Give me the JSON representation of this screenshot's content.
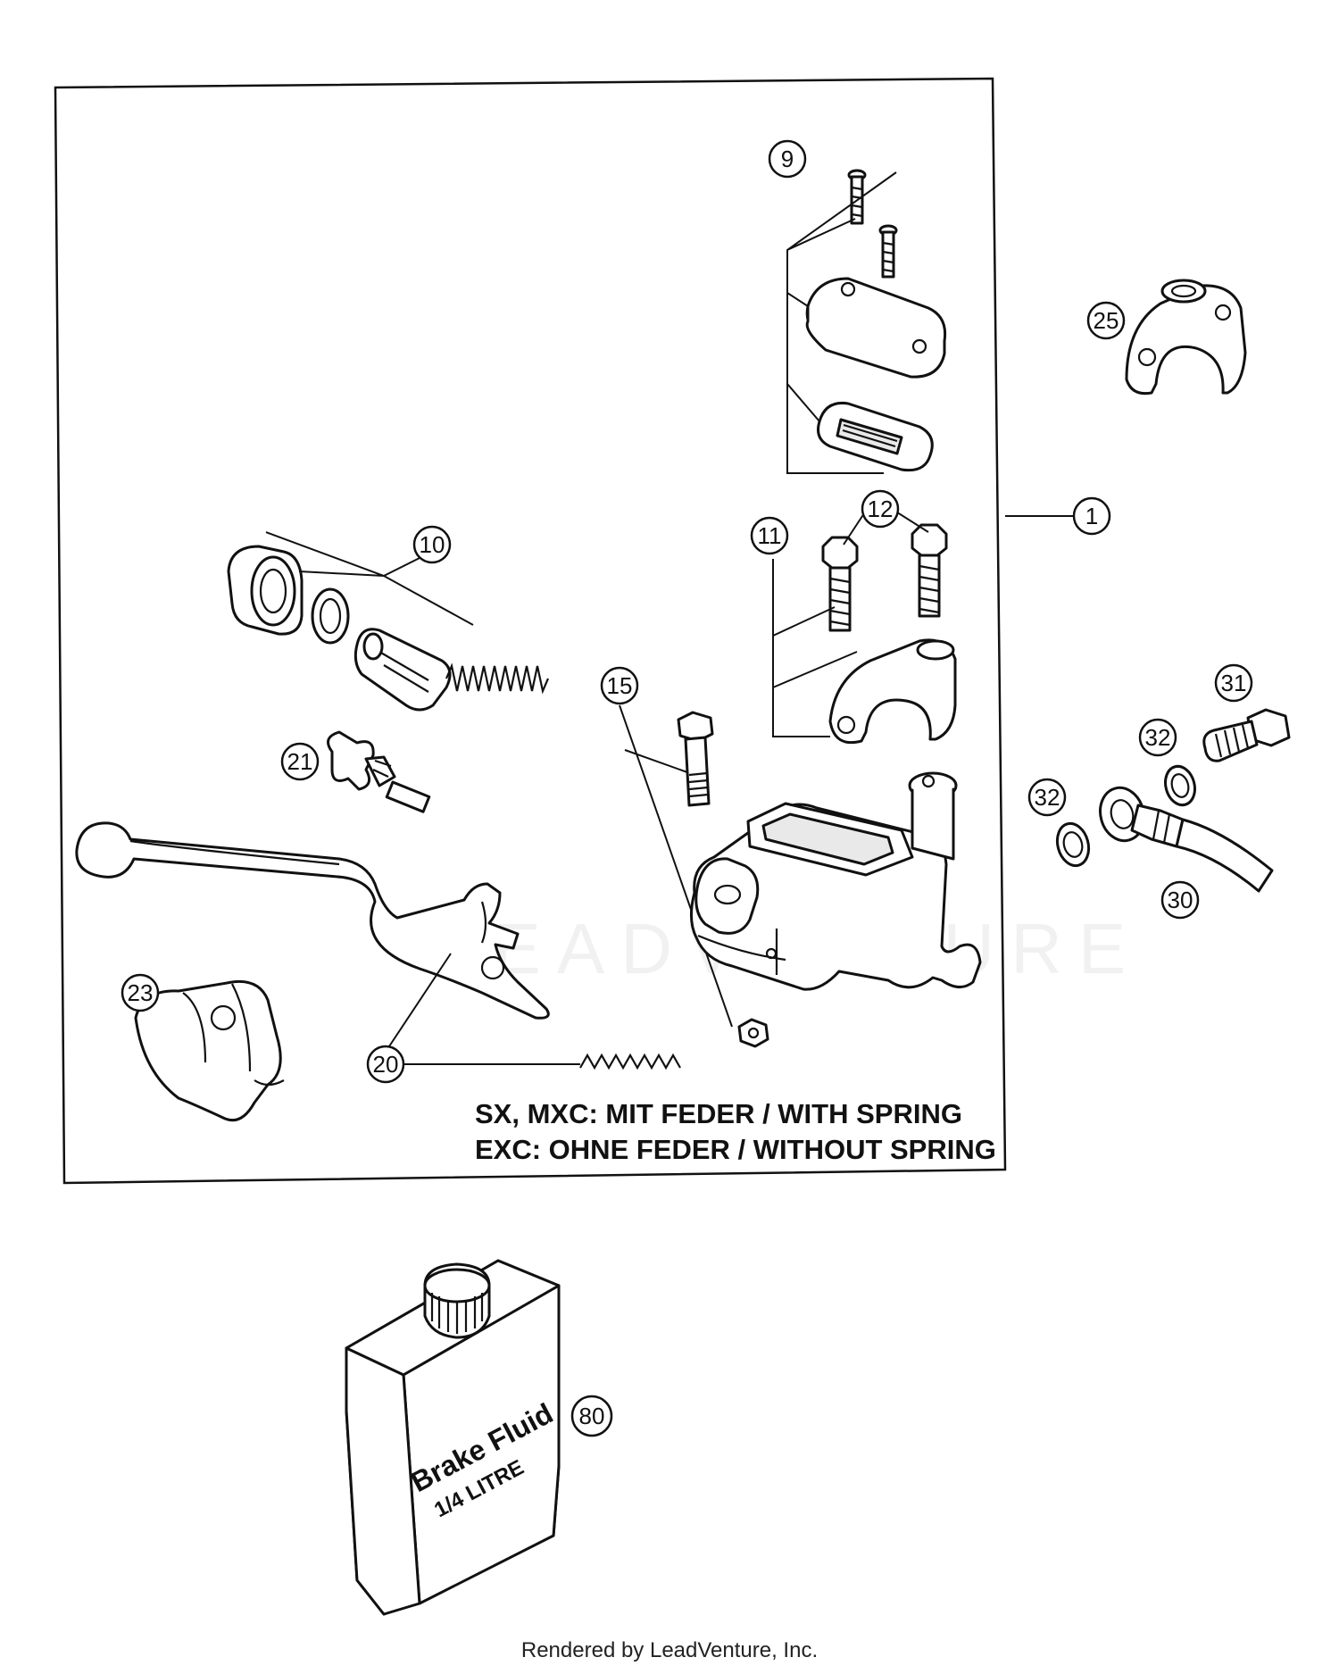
{
  "callouts": {
    "c1": "1",
    "c9": "9",
    "c10": "10",
    "c11": "11",
    "c12": "12",
    "c15": "15",
    "c20": "20",
    "c21": "21",
    "c23": "23",
    "c25": "25",
    "c30": "30",
    "c31": "31",
    "c32a": "32",
    "c32b": "32",
    "c80": "80"
  },
  "notes": {
    "line1": "SX, MXC: MIT FEDER / WITH SPRING",
    "line2": "EXC: OHNE FEDER / WITHOUT SPRING"
  },
  "bottle": {
    "line1": "Brake Fluid",
    "line2": "1/4 LITRE"
  },
  "watermark": "LEADVENTURE",
  "footer": "Rendered by LeadVenture, Inc."
}
